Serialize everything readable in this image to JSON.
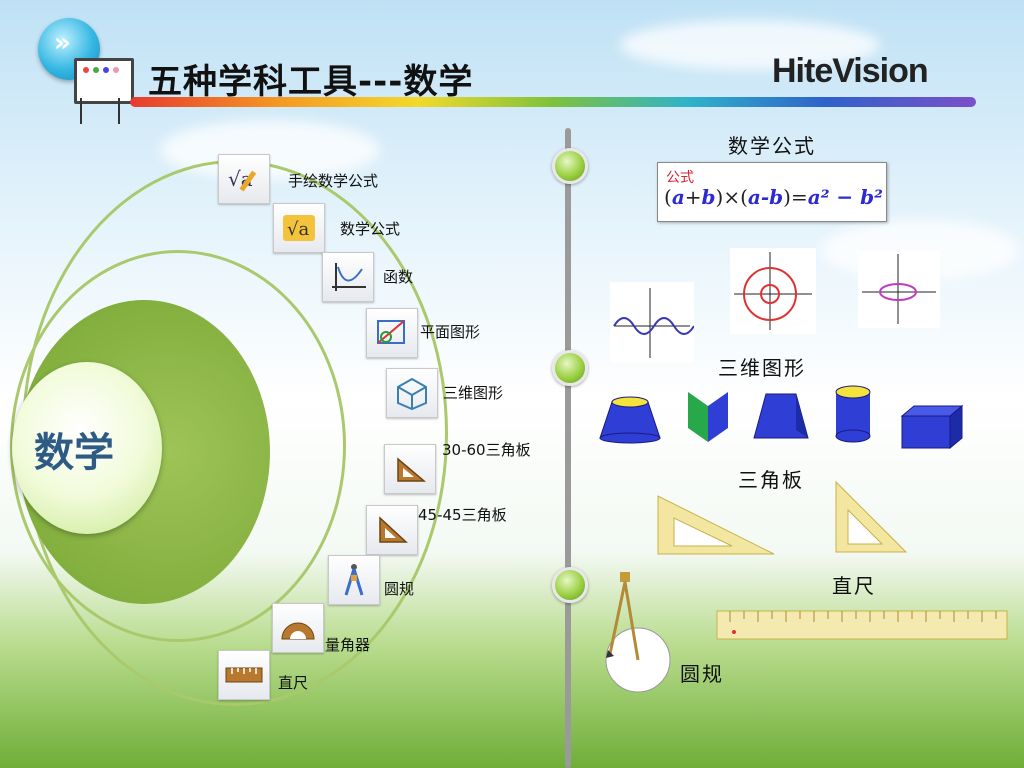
{
  "header": {
    "title": "五种学科工具---数学",
    "brand": "HiteVision",
    "logo_glyph": "»"
  },
  "colors": {
    "accent_green": "#84b03f",
    "ring_green": "#a9c96c",
    "subject_text": "#2d5b86",
    "formula_blue": "#2b2bd0",
    "formula_tag_red": "#d23"
  },
  "subject": {
    "label": "数学"
  },
  "tools": [
    {
      "label": "手绘数学公式",
      "icon": "handwritten-formula-icon"
    },
    {
      "label": "数学公式",
      "icon": "formula-icon"
    },
    {
      "label": "函数",
      "icon": "function-graph-icon"
    },
    {
      "label": "平面图形",
      "icon": "plane-shape-icon"
    },
    {
      "label": "三维图形",
      "icon": "cube-3d-icon"
    },
    {
      "label": "30-60三角板",
      "icon": "triangle-30-60-icon"
    },
    {
      "label": "45-45三角板",
      "icon": "triangle-45-45-icon"
    },
    {
      "label": "圆规",
      "icon": "compass-icon"
    },
    {
      "label": "量角器",
      "icon": "protractor-icon"
    },
    {
      "label": "直尺",
      "icon": "ruler-icon"
    }
  ],
  "sections": {
    "formula": {
      "title": "数学公式",
      "tag": "公式",
      "lhs_a": "a",
      "plus": "+",
      "lhs_b": "b",
      "times": "×",
      "minus_expr": "a-b",
      "eq": "=",
      "rhs": "a² − b²"
    },
    "function": {
      "title": "函数"
    },
    "shapes3d": {
      "title": "三维图形"
    },
    "triangle": {
      "title": "三角板"
    },
    "ruler": {
      "title": "直尺"
    },
    "compass": {
      "title": "圆规"
    }
  }
}
